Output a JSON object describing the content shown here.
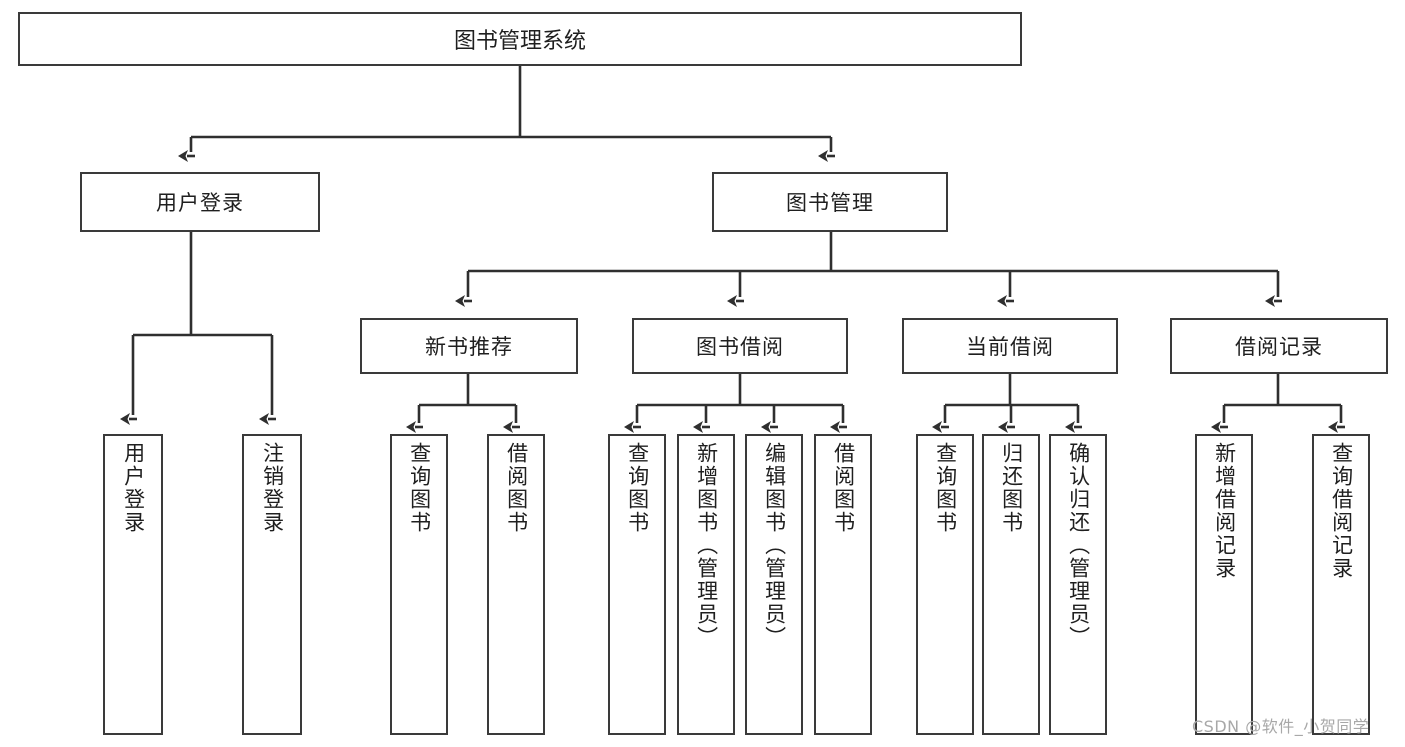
{
  "diagram": {
    "type": "tree-hierarchy-chart",
    "title": "图书管理系统",
    "root": {
      "label": "图书管理系统"
    },
    "level1": [
      {
        "label": "用户登录"
      },
      {
        "label": "图书管理"
      }
    ],
    "level2": [
      {
        "label": "新书推荐"
      },
      {
        "label": "图书借阅"
      },
      {
        "label": "当前借阅"
      },
      {
        "label": "借阅记录"
      }
    ],
    "leaves": {
      "user_login": [
        {
          "label": "用户登录"
        },
        {
          "label": "注销登录"
        }
      ],
      "new_book_recommend": [
        {
          "label": "查询图书"
        },
        {
          "label": "借阅图书"
        }
      ],
      "book_borrow": [
        {
          "label": "查询图书"
        },
        {
          "label": "新增图书（管理员）"
        },
        {
          "label": "编辑图书（管理员）"
        },
        {
          "label": "借阅图书"
        }
      ],
      "current_borrow": [
        {
          "label": "查询图书"
        },
        {
          "label": "归还图书"
        },
        {
          "label": "确认归还（管理员）"
        }
      ],
      "borrow_record": [
        {
          "label": "新增借阅记录"
        },
        {
          "label": "查询借阅记录"
        }
      ]
    }
  },
  "watermark": {
    "text": "CSDN @软件_小贺同学"
  },
  "colors": {
    "box_border": "#3a3a3a",
    "connector": "#2f2f2f",
    "text": "#1f1f1f",
    "background": "#ffffff",
    "watermark": "#a8a8a8"
  }
}
